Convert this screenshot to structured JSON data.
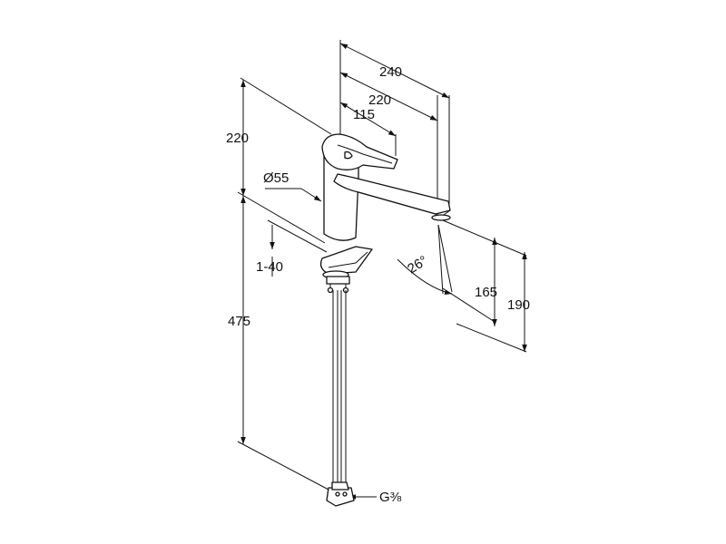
{
  "dimensions": {
    "total_reach": "240",
    "spout_reach": "220",
    "lever_reach": "115",
    "tap_height_top": "220",
    "body_diameter": "Ø55",
    "deck_thickness": "1-40",
    "hose_length": "475",
    "swivel_angle": "26°",
    "outlet_height": "165",
    "spout_height": "190",
    "connection_thread": "G⅜"
  },
  "colors": {
    "line": "#111111",
    "background": "#ffffff"
  }
}
